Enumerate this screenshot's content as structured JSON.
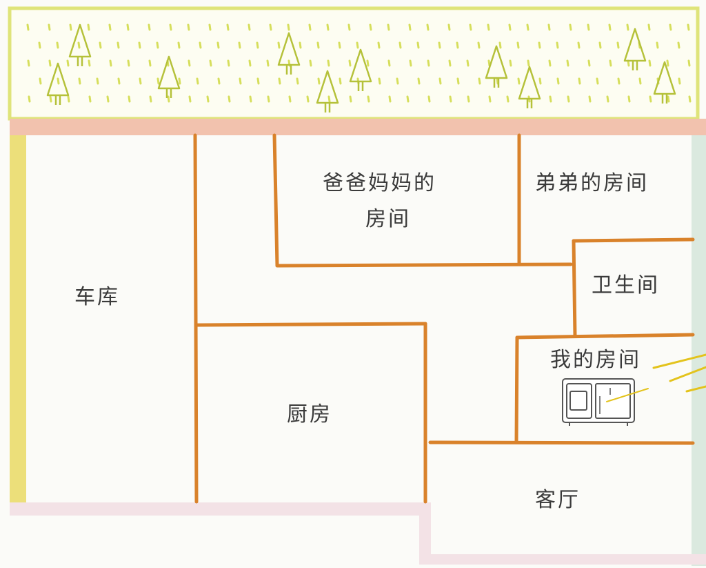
{
  "rooms": {
    "garage": "车库",
    "parents_room_line1": "爸爸妈妈的",
    "parents_room_line2": "房间",
    "brother_room": "弟弟的房间",
    "bathroom": "卫生间",
    "my_room": "我的房间",
    "kitchen": "厨房",
    "living_room": "客厅"
  },
  "colors": {
    "wall": "#d9822b",
    "garden_border": "#dfe47a",
    "garden_fill": "#fdfdf2",
    "grass": "#d6de5c",
    "tree": "#b5c13a",
    "path": "#f2c2ae",
    "left_edge": "#ecdf7a",
    "bottom_edge": "#f3e2e6",
    "right_edge": "#dbe9df",
    "pointer": "#e3c31c",
    "tv": "#555555"
  },
  "icons": {
    "garden": "tree-icon",
    "my_room": "tv-icon"
  }
}
